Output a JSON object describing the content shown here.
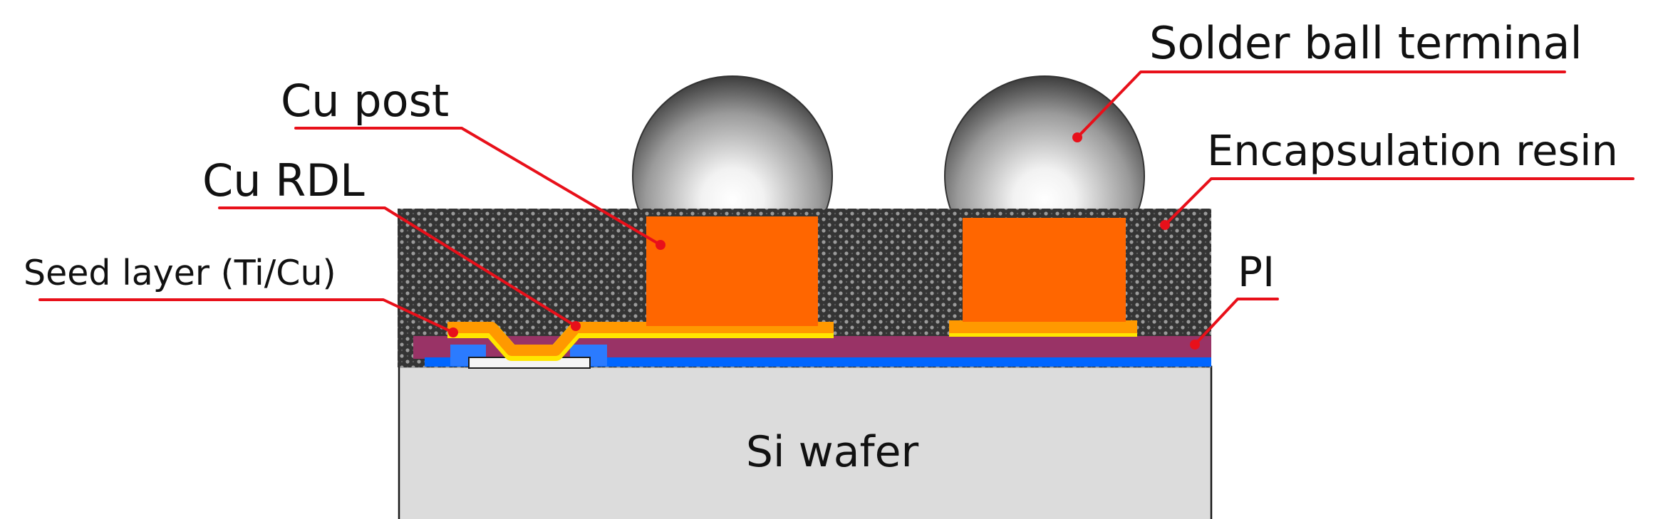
{
  "labels": {
    "solder_ball_terminal": "Solder ball terminal",
    "cu_post": "Cu post",
    "encapsulation_resin": "Encapsulation resin",
    "cu_rdl": "Cu RDL",
    "pi": "PI",
    "seed_layer": "Seed layer (Ti/Cu)",
    "si_wafer": "Si wafer"
  },
  "colors": {
    "callout": "#e8101a",
    "cu_post": "#ff6600",
    "cu_rdl": "#ff9900",
    "seed_layer": "#ffe600",
    "pi": "#993366",
    "blue_layer": "#0066ff",
    "blue_pad": "#2b7bff",
    "encapsulation_resin": "#333333",
    "si_wafer": "#dcdcdc",
    "solder_ball": "#8a8a8a"
  }
}
